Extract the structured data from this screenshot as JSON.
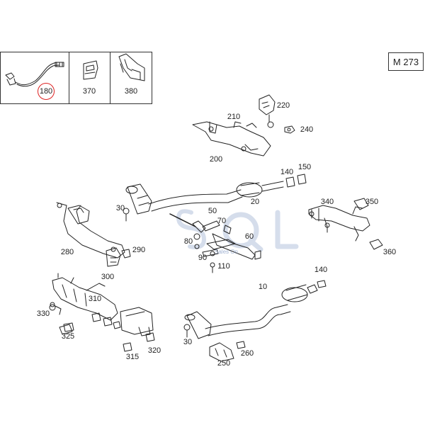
{
  "model_label": "M 273",
  "callouts": {
    "c180": "180",
    "c370": "370",
    "c380": "380",
    "c220": "220",
    "c210": "210",
    "c240": "240",
    "c200": "200",
    "c140a": "140",
    "c150": "150",
    "c20": "20",
    "c30a": "30",
    "c50": "50",
    "c70": "70",
    "c60": "60",
    "c80": "80",
    "c90": "90",
    "c110": "110",
    "c340": "340",
    "c350": "350",
    "c360": "360",
    "c280": "280",
    "c290": "290",
    "c300": "300",
    "c310": "310",
    "c330": "330",
    "c325": "325",
    "c315": "315",
    "c320": "320",
    "c10": "10",
    "c140b": "140",
    "c30b": "30",
    "c250": "250",
    "c260": "260"
  },
  "highlighted_part": "180",
  "watermark": {
    "text": "SQL",
    "tagline": "Sales On",
    "color": "#8aa0c8"
  }
}
